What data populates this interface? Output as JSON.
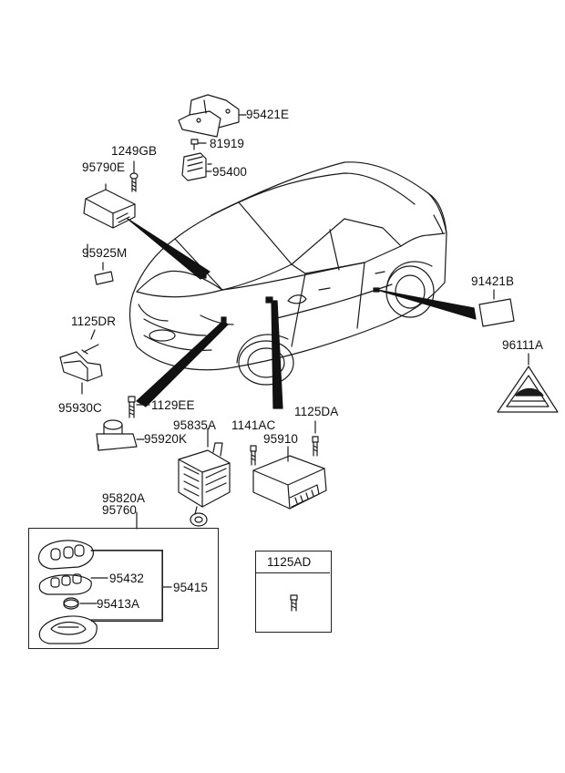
{
  "diagram": {
    "parts": {
      "p95421E": "95421E",
      "p81919": "81919",
      "p1249GB": "1249GB",
      "p95400": "95400",
      "p95790E": "95790E",
      "p95925M": "95925M",
      "p1125DR": "1125DR",
      "p95930C": "95930C",
      "p1129EE": "1129EE",
      "p95920K": "95920K",
      "p95835A": "95835A",
      "p1141AC": "1141AC",
      "p1125DA": "1125DA",
      "p95910": "95910",
      "p91421B": "91421B",
      "p96111A": "96111A",
      "p95820A": "95820A",
      "p95760": "95760",
      "p95432": "95432",
      "p95413A": "95413A",
      "p95415": "95415",
      "p1125AD": "1125AD"
    }
  }
}
